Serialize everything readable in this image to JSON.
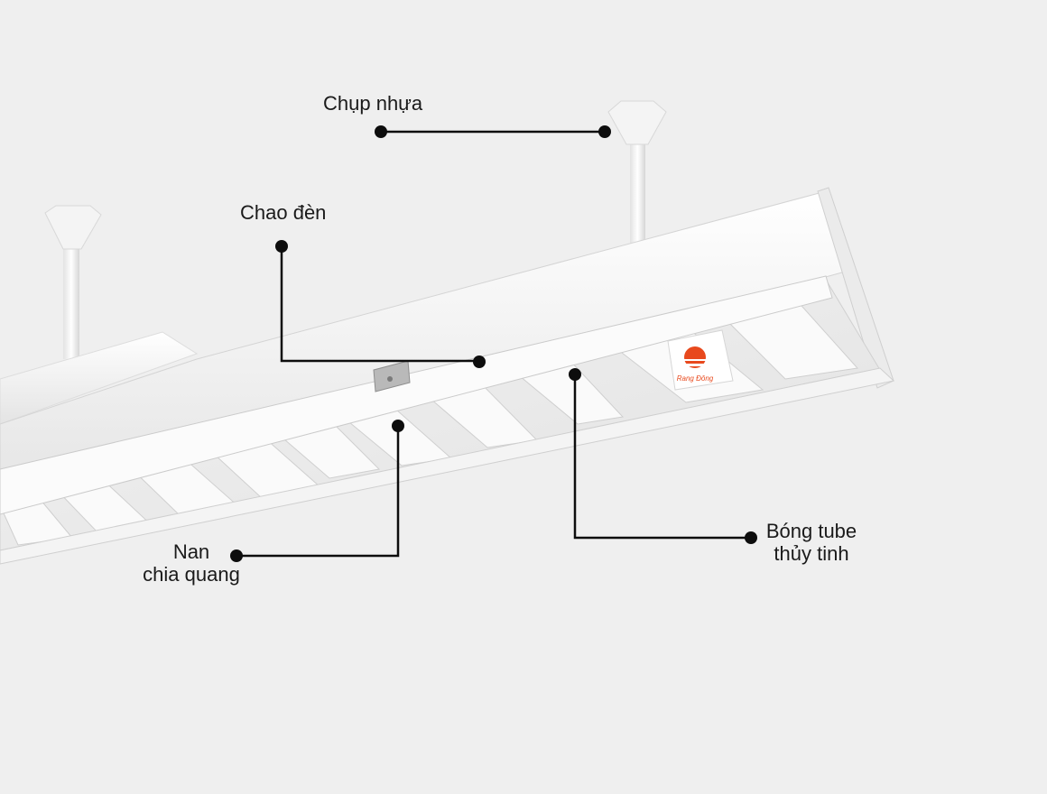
{
  "annotations": [
    {
      "id": "chup-nhua",
      "lines": [
        "Chụp nhựa"
      ]
    },
    {
      "id": "chao-den",
      "lines": [
        "Chao đèn"
      ]
    },
    {
      "id": "nan-chia-quang",
      "lines": [
        "Nan",
        "chia quang"
      ]
    },
    {
      "id": "bong-tube",
      "lines": [
        "Bóng tube",
        "thủy tinh"
      ]
    }
  ],
  "logo": {
    "text": "Rang Đông"
  },
  "colors": {
    "background": "#efefef",
    "fixture": "#f7f7f7",
    "fixture_shadow": "#d9d9d9",
    "leader_line": "#0d0d0d",
    "logo": "#e8491d"
  }
}
